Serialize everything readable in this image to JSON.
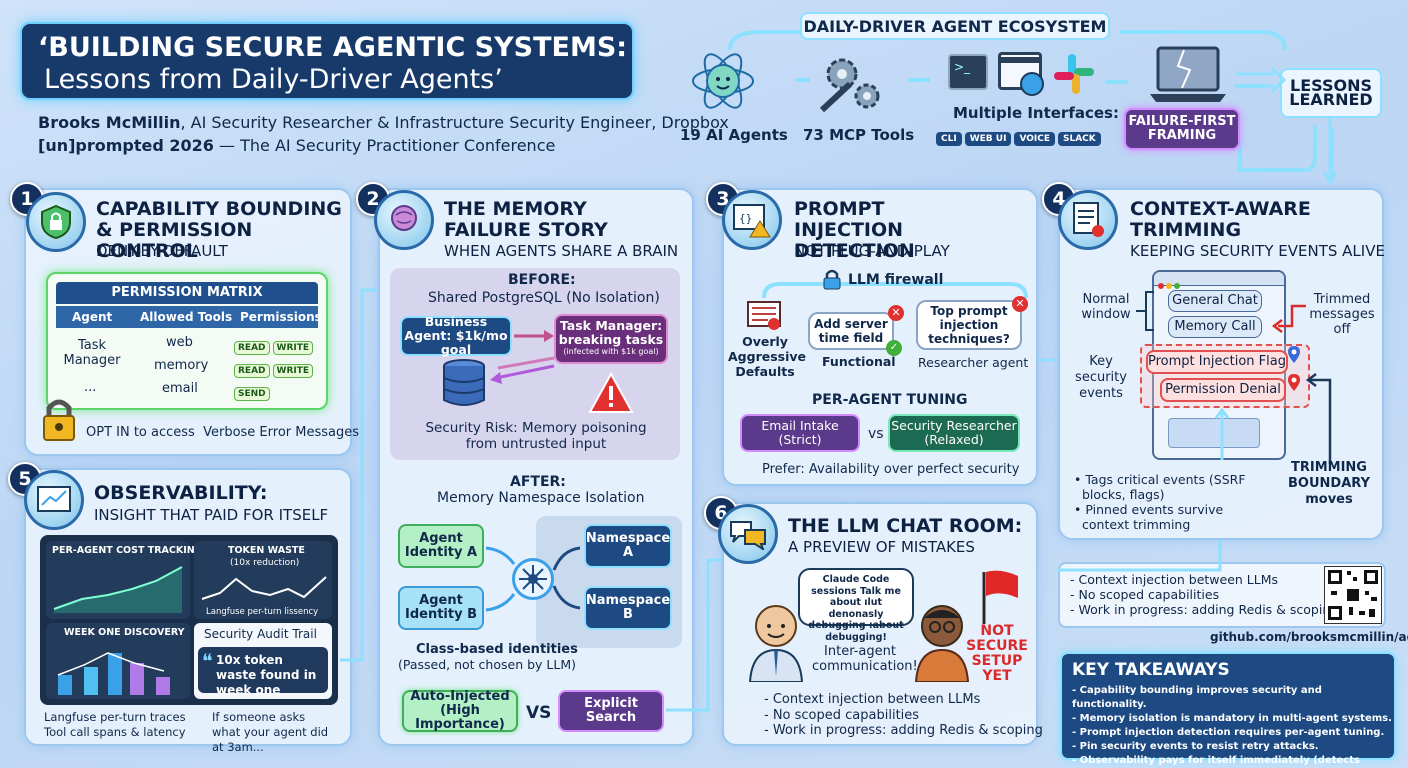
{
  "header": {
    "title_line1": "‘BUILDING SECURE AGENTIC SYSTEMS:",
    "title_line2": "Lessons from Daily-Driver Agents’",
    "author_name": "Brooks McMillin",
    "author_role": ", AI Security Researcher & Infrastructure Security Engineer, Dropbox",
    "conf_name": "[un]prompted 2026",
    "conf_rest": " — The AI Security Practitioner Conference"
  },
  "ecosystem": {
    "title": "DAILY-DRIVER AGENT ECOSYSTEM",
    "agents": "19 AI Agents",
    "tools": "73 MCP Tools",
    "interfaces_title": "Multiple Interfaces:",
    "interfaces": [
      "CLI",
      "WEB UI",
      "VOICE",
      "SLACK"
    ],
    "failure": "FAILURE-FIRST FRAMING",
    "lessons": "LESSONS LEARNED"
  },
  "p1": {
    "num": "1",
    "title": "CAPABILITY BOUNDING & PERMISSION CONTROL",
    "sub": "DENY-BY-DEFAULT",
    "matrix_title": "PERMISSION MATRIX",
    "cols": [
      "Agent",
      "Allowed Tools",
      "Permissions"
    ],
    "agent": "Task Manager",
    "rows": [
      {
        "tool": "web",
        "perms": [
          "READ",
          "WRITE"
        ]
      },
      {
        "tool": "memory",
        "perms": [
          "READ",
          "WRITE"
        ]
      },
      {
        "tool": "email",
        "perms": [
          "SEND"
        ]
      }
    ],
    "agent_more": "...",
    "footer": "OPT IN to access  Verbose Error Messages"
  },
  "p2": {
    "num": "2",
    "title": "THE MEMORY FAILURE STORY",
    "sub": "WHEN AGENTS SHARE A BRAIN",
    "before": "BEFORE:",
    "before_sub": "Shared PostgreSQL (No Isolation)",
    "business": "Business Agent: $1k/mo goal",
    "task": "Task Manager: breaking tasks",
    "task_note": "(infected with $1k goal)",
    "risk": "Security Risk: Memory poisoning from untrusted input",
    "after": "AFTER:",
    "after_sub": "Memory Namespace Isolation",
    "agent_a": "Agent Identity A",
    "agent_b": "Agent Identity B",
    "ns_a": "Namespace A",
    "ns_b": "Namespace B",
    "class": "Class-based identities",
    "class_note": "(Passed, not chosen by LLM)",
    "auto": "Auto-Injected (High Importance)",
    "vs": "VS",
    "explicit": "Explicit Search"
  },
  "p3": {
    "num": "3",
    "title": "PROMPT INJECTION DETECTION",
    "sub": "NOT PLUG-AND-PLAY",
    "firewall": "LLM firewall",
    "overly": "Overly Aggressive Defaults",
    "add_server": "Add server time field",
    "functional": "Functional",
    "top_prompt": "Top prompt injection techniques?",
    "researcher": "Researcher agent",
    "tuning": "PER-AGENT TUNING",
    "email": "Email Intake (Strict)",
    "vs": "vs",
    "sec_res": "Security Researcher (Relaxed)",
    "prefer": "Prefer: Availability over perfect security"
  },
  "p4": {
    "num": "4",
    "title": "CONTEXT-AWARE TRIMMING",
    "sub": "KEEPING SECURITY EVENTS ALIVE",
    "normal": "Normal window",
    "trimmed": "Trimmed messages off",
    "key": "Key security events",
    "general": "General Chat",
    "memory": "Memory Call",
    "pi_flag": "Prompt Injection Flag",
    "perm_denial": "Permission Denial",
    "boundary": "TRIMMING BOUNDARY moves",
    "bullets": [
      "Tags critical events (SSRF blocks, flags)",
      "Pinned events survive context trimming"
    ]
  },
  "p5": {
    "num": "5",
    "title": "OBSERVABILITY:",
    "sub": "INSIGHT THAT PAID FOR ITSELF",
    "cost": "PER-AGENT COST TRACKING",
    "waste": "TOKEN WASTE",
    "waste_note": "(10x reduction)",
    "langfuse_note": "Langfuse per-turn lissency",
    "week": "WEEK ONE DISCOVERY",
    "audit": "Security Audit Trail",
    "quote": "10x token waste found in week one",
    "bullets": [
      "Langfuse per-turn traces",
      "Tool call spans & latency"
    ],
    "asks": "If someone asks what your agent did at 3am..."
  },
  "p6": {
    "num": "6",
    "title": "THE LLM CHAT ROOM:",
    "sub": "A PREVIEW OF MISTAKES",
    "bubble": "Claude Code sessions Talk me about ılut denonasly debugging :about debugging!",
    "inter": "Inter-agent communication!",
    "not_secure": "NOT SECURE SETUP YET",
    "bullets": [
      "Context injection between LLMs",
      "No scoped capabilities",
      "Work in progress: adding Redis & scoping"
    ]
  },
  "side": {
    "bullets": [
      "Context injection between LLMs",
      "No scoped capabilities",
      "Work in progress: adding Redis & scoping"
    ],
    "github": "github.com/brooksmcmillin/agents"
  },
  "takeaways": {
    "title": "KEY TAKEAWAYS",
    "items": [
      "Capability bounding improves security and functionality.",
      "Memory isolation is mandatory in multi-agent systems.",
      "Prompt injection detection requires per-agent tuning.",
      "Pin security events to resist retry attacks.",
      "Observability pays for itself immediately (detects waste, mistakes)."
    ]
  },
  "colors": {
    "navy": "#14305e",
    "accent": "#3aa0e8",
    "purple": "#5b3a8c",
    "red": "#d92b2b",
    "green": "#3fae3a"
  }
}
